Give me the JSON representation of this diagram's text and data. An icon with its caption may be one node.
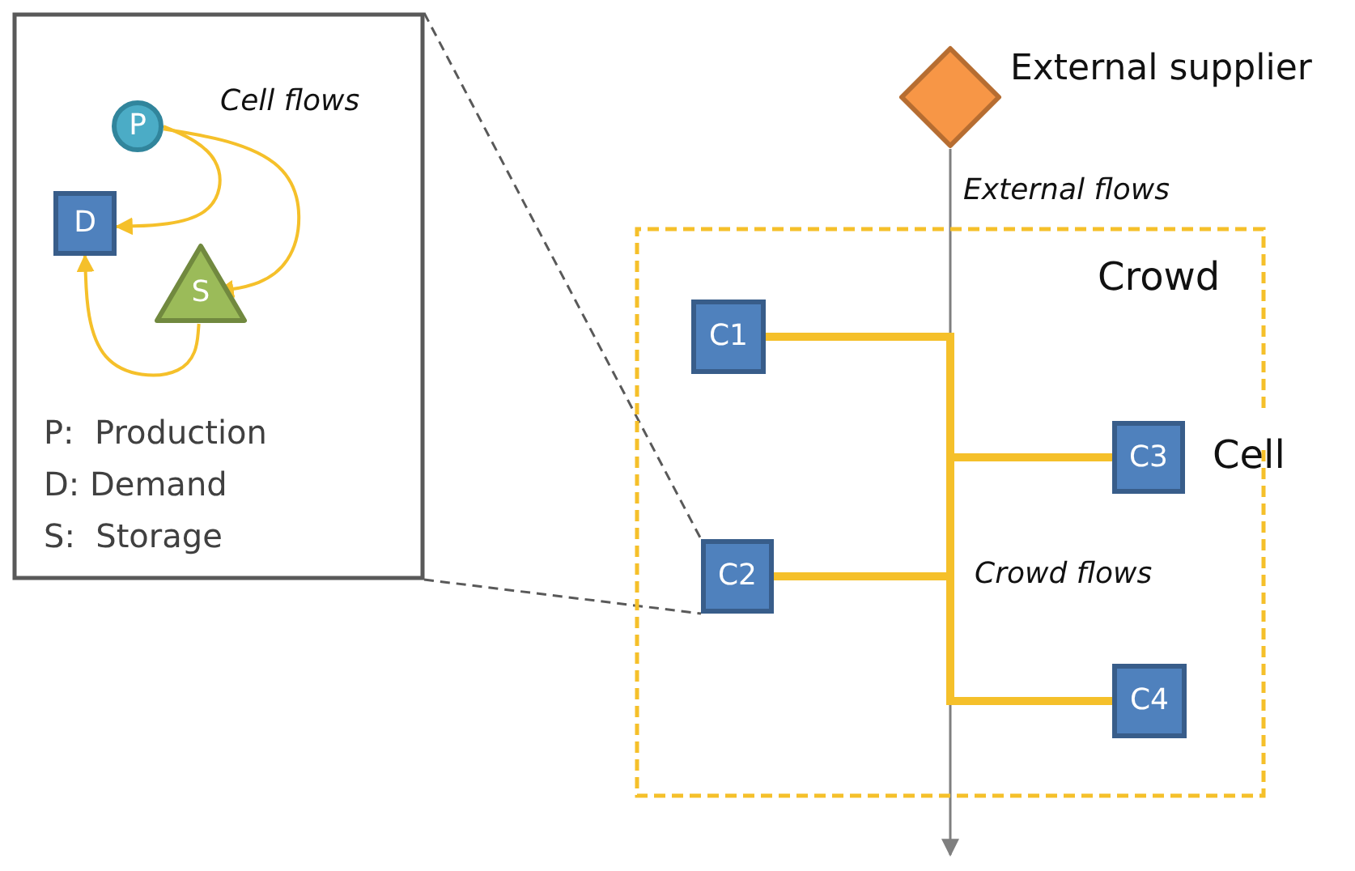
{
  "diagram": {
    "nodes": [
      {
        "text": [
          "P:  Production",
          "D: Demand",
          "S:  Storage"
        ]
      },
      {
        "text": [
          "P"
        ],
        "in": 0
      },
      {
        "text": [
          "D"
        ],
        "in": 0
      },
      {
        "text": [
          "S"
        ],
        "in": 0
      },
      {
        "text": [
          "External supplier"
        ]
      },
      {
        "text": [
          "Crowd"
        ]
      },
      {
        "text": [
          "C1"
        ],
        "in": 5
      },
      {
        "text": [
          "C2"
        ],
        "in": 5
      },
      {
        "text": [
          "C3"
        ],
        "in": 5,
        "beside": [
          "Cell"
        ]
      },
      {
        "text": [
          "C4"
        ],
        "in": 5
      }
    ],
    "edges": [
      {
        "from": 1,
        "to": 2,
        "arrow": "to",
        "color": "#f5c02a"
      },
      {
        "from": 1,
        "to": 3,
        "arrow": "to",
        "color": "#f5c02a"
      },
      {
        "from": 3,
        "to": 2,
        "arrow": "to",
        "color": "#f5c02a"
      },
      {
        "from": 0,
        "to": 7,
        "arrow": "none",
        "style": "dashed",
        "color": "#595959"
      },
      {
        "from": 4,
        "to": null,
        "arrow": "to",
        "label": "External flows",
        "color": "#7f7f7f"
      },
      {
        "from": 6,
        "to": 8,
        "arrow": "none",
        "style": "thick",
        "color": "#f5c02a"
      },
      {
        "from": 6,
        "to": 9,
        "arrow": "none",
        "style": "thick",
        "color": "#f5c02a"
      },
      {
        "from": 7,
        "to": 8,
        "arrow": "none",
        "style": "thick",
        "color": "#f5c02a"
      },
      {
        "from": 7,
        "to": 9,
        "arrow": "none",
        "style": "thick",
        "color": "#f5c02a"
      }
    ],
    "labels": [
      "Cell flows",
      "Crowd flows"
    ]
  }
}
